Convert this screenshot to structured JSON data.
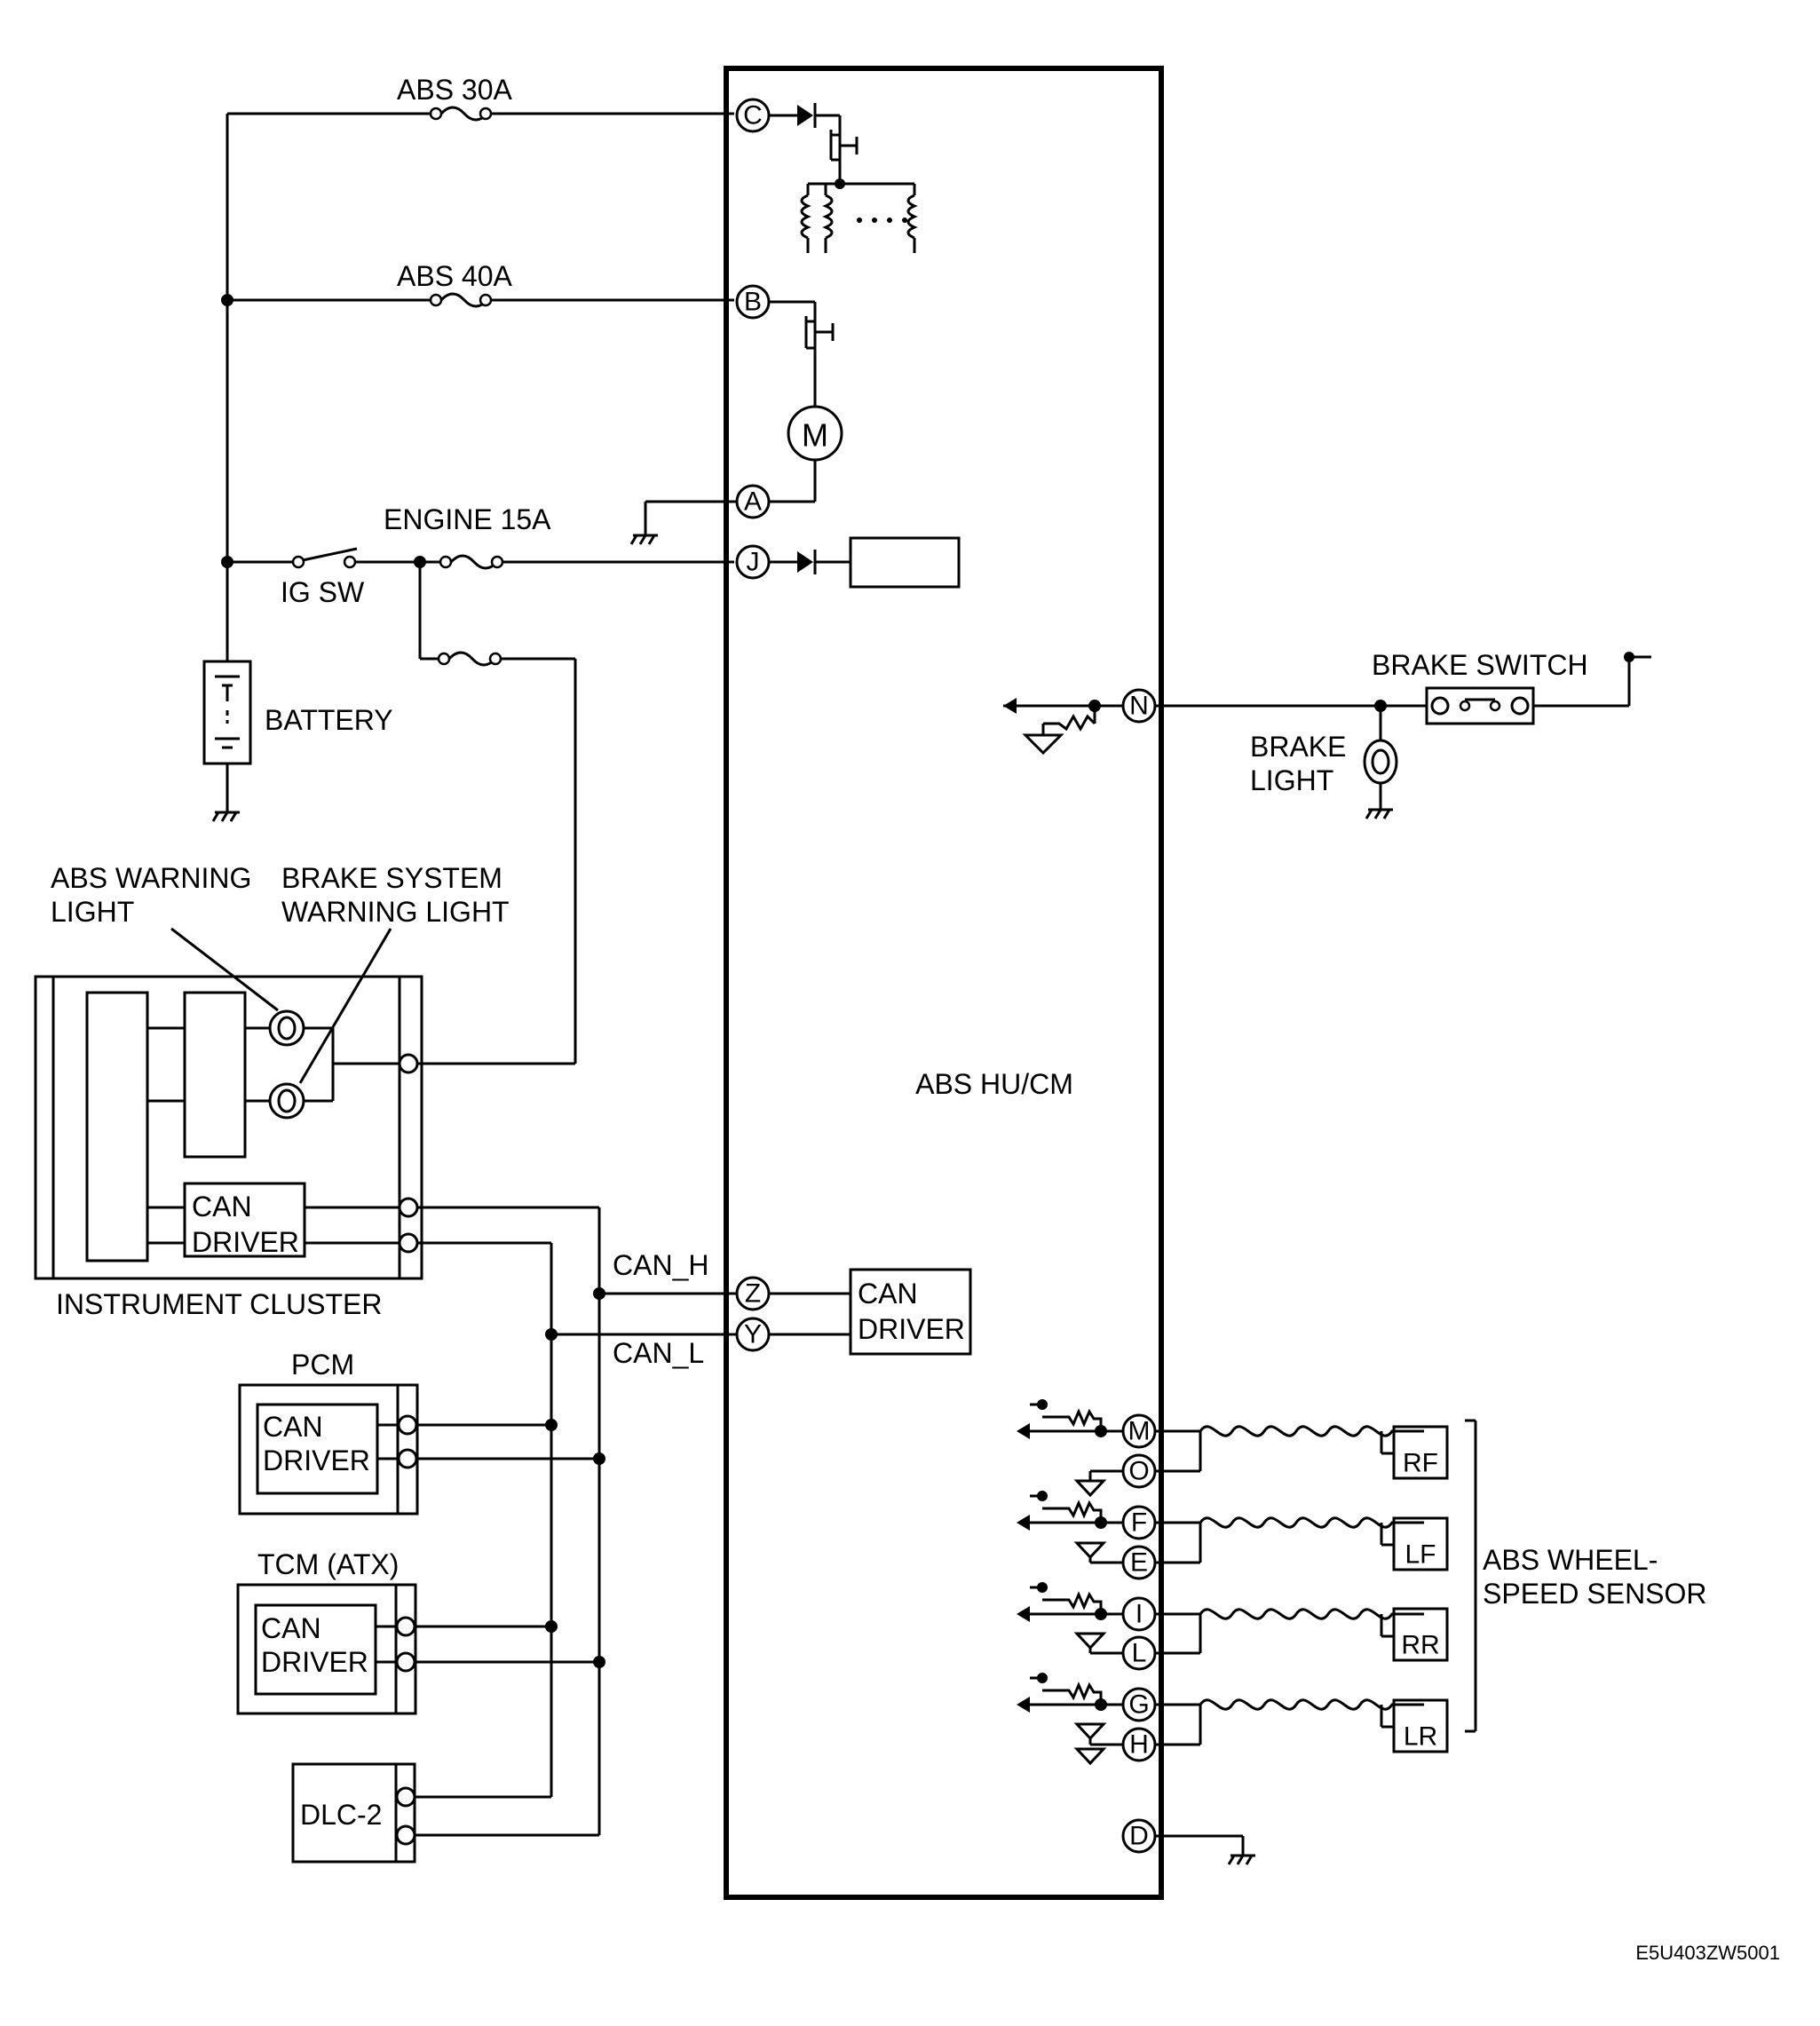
{
  "fuses": {
    "abs30": "ABS 30A",
    "abs40": "ABS 40A",
    "engine15": "ENGINE 15A"
  },
  "switches": {
    "ig": "IG SW"
  },
  "battery": "BATTERY",
  "motor": "M",
  "warning": {
    "abs_line1": "ABS WARNING",
    "abs_line2": "LIGHT",
    "brake_line1": "BRAKE SYSTEM",
    "brake_line2": "WARNING LIGHT"
  },
  "cluster": {
    "label": "INSTRUMENT CLUSTER",
    "can1": "CAN",
    "can2": "DRIVER"
  },
  "module": {
    "label": "ABS HU/CM",
    "can1": "CAN",
    "can2": "DRIVER"
  },
  "bus": {
    "can_h": "CAN_H",
    "can_l": "CAN_L"
  },
  "pcm": {
    "label": "PCM",
    "can1": "CAN",
    "can2": "DRIVER"
  },
  "tcm": {
    "label": "TCM (ATX)",
    "can1": "CAN",
    "can2": "DRIVER"
  },
  "dlc": "DLC-2",
  "brake": {
    "switch": "BRAKE SWITCH",
    "light1": "BRAKE",
    "light2": "LIGHT"
  },
  "pins": {
    "C": "C",
    "B": "B",
    "A": "A",
    "J": "J",
    "N": "N",
    "Z": "Z",
    "Y": "Y",
    "M": "M",
    "O": "O",
    "F": "F",
    "E": "E",
    "I": "I",
    "L": "L",
    "G": "G",
    "H": "H",
    "D": "D"
  },
  "sensors": {
    "rf": "RF",
    "lf": "LF",
    "rr": "RR",
    "lr": "LR",
    "label1": "ABS WHEEL-",
    "label2": "SPEED SENSOR"
  },
  "code": "E5U403ZW5001"
}
